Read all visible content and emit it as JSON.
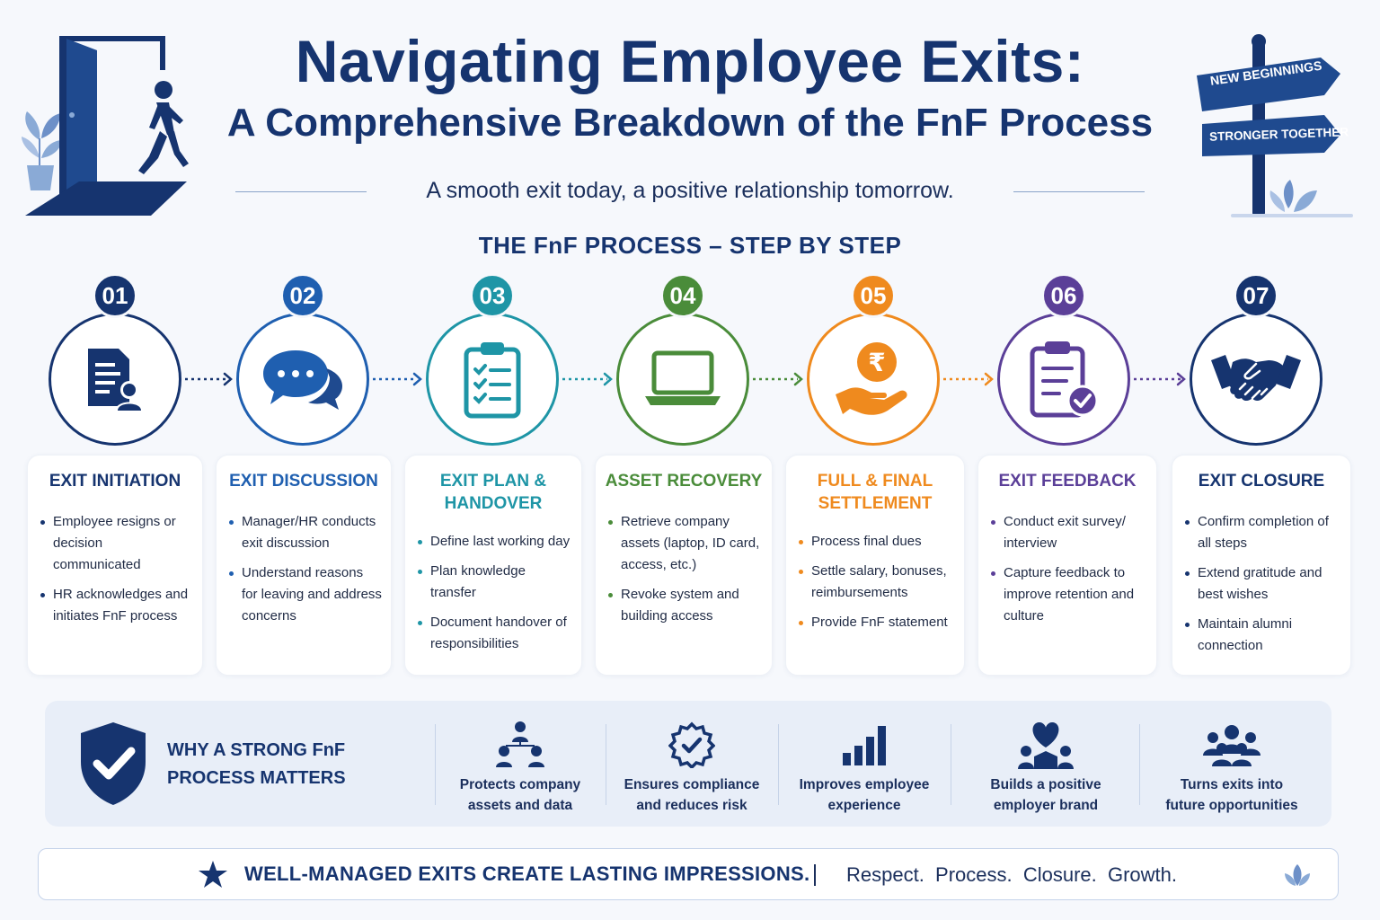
{
  "header": {
    "title_line1": "Navigating Employee Exits:",
    "title_line2": "A Comprehensive Breakdown of the FnF Process",
    "tagline": "A smooth exit today, a positive relationship tomorrow."
  },
  "signpost": {
    "sign1": "NEW BEGINNINGS",
    "sign2": "STRONGER TOGETHER"
  },
  "section_title": "THE FnF PROCESS – STEP BY STEP",
  "steps": [
    {
      "number": "01",
      "color": "#16346f",
      "icon": "document-user-icon",
      "title": "EXIT INITIATION",
      "bullets": [
        "Employee resigns or decision communicated",
        "HR acknowledges and initiates FnF process"
      ]
    },
    {
      "number": "02",
      "color": "#1f5fb0",
      "icon": "chat-bubbles-icon",
      "title": "EXIT DISCUSSION",
      "bullets": [
        "Manager/HR conducts exit discussion",
        "Understand reasons for leaving and address concerns"
      ]
    },
    {
      "number": "03",
      "color": "#1e95a6",
      "icon": "clipboard-checklist-icon",
      "title": "EXIT PLAN & HANDOVER",
      "bullets": [
        "Define last working day",
        "Plan knowledge transfer",
        "Document handover of responsibilities"
      ]
    },
    {
      "number": "04",
      "color": "#4a8c3a",
      "icon": "laptop-icon",
      "title": "ASSET RECOVERY",
      "bullets": [
        "Retrieve company assets (laptop, ID card, access, etc.)",
        "Revoke system and building access"
      ]
    },
    {
      "number": "05",
      "color": "#ef8a1e",
      "icon": "rupee-hand-icon",
      "title": "FULL & FINAL SETTLEMENT",
      "bullets": [
        "Process final dues",
        "Settle salary, bonuses, reimbursements",
        "Provide FnF statement"
      ]
    },
    {
      "number": "06",
      "color": "#5b3f98",
      "icon": "clipboard-check-icon",
      "title": "EXIT FEEDBACK",
      "bullets": [
        "Conduct exit survey/ interview",
        "Capture feedback to improve retention and culture"
      ]
    },
    {
      "number": "07",
      "color": "#16346f",
      "icon": "handshake-icon",
      "title": "EXIT CLOSURE",
      "bullets": [
        "Confirm completion of all steps",
        "Extend gratitude and best wishes",
        "Maintain alumni connection"
      ]
    }
  ],
  "benefits": {
    "title": "WHY A STRONG FnF PROCESS MATTERS",
    "items": [
      {
        "icon": "network-people-icon",
        "label_line1": "Protects company",
        "label_line2": "assets and data"
      },
      {
        "icon": "badge-check-icon",
        "label_line1": "Ensures compliance",
        "label_line2": "and reduces risk"
      },
      {
        "icon": "bar-chart-icon",
        "label_line1": "Improves employee",
        "label_line2": "experience"
      },
      {
        "icon": "heart-person-icon",
        "label_line1": "Builds a positive",
        "label_line2": "employer brand"
      },
      {
        "icon": "group-people-icon",
        "label_line1": "Turns exits into",
        "label_line2": "future opportunities"
      }
    ]
  },
  "footer": {
    "headline": "WELL-MANAGED EXITS CREATE LASTING IMPRESSIONS.",
    "words": "Respect.  Process.  Closure.  Growth."
  }
}
